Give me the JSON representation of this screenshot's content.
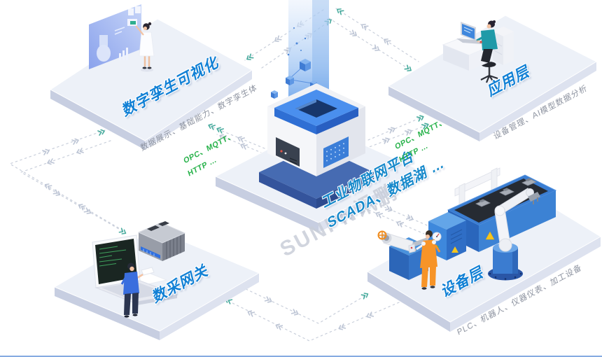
{
  "watermark": "SUNPN讯鹏",
  "platform_center": {
    "title_line1": "工业物联网平台",
    "title_line2": "SCADA、数据湖 …"
  },
  "digital_twin": {
    "title": "数字孪生可视化",
    "caption": "数据展示、基础能力、数字孪生体"
  },
  "application": {
    "title": "应用层",
    "caption": "设备管理、AI模型数据分析"
  },
  "gateway": {
    "title": "数采网关"
  },
  "device": {
    "title": "设备层",
    "caption": "PLC、机器人、仪器仪表、加工设备"
  },
  "protocol_left": {
    "line1": "OPC、MQTT、",
    "line2": "HTTP …"
  },
  "protocol_right": {
    "line1": "OPC、MQTT、",
    "line2": "HTTP …"
  },
  "colors": {
    "title_blue": "#1180d5",
    "center_teal_blue": "#1789cb",
    "protocol_green": "#27b24a",
    "caption_gray": "#8d93a0",
    "chevron_teal": "#47ab9d",
    "dash_gray": "#c9cfdb",
    "platform_top": "#edf1f8",
    "cube_rim_blue": "#4a8fee",
    "machine_blue": "#3c82d4",
    "worker_orange": "#f79428"
  }
}
